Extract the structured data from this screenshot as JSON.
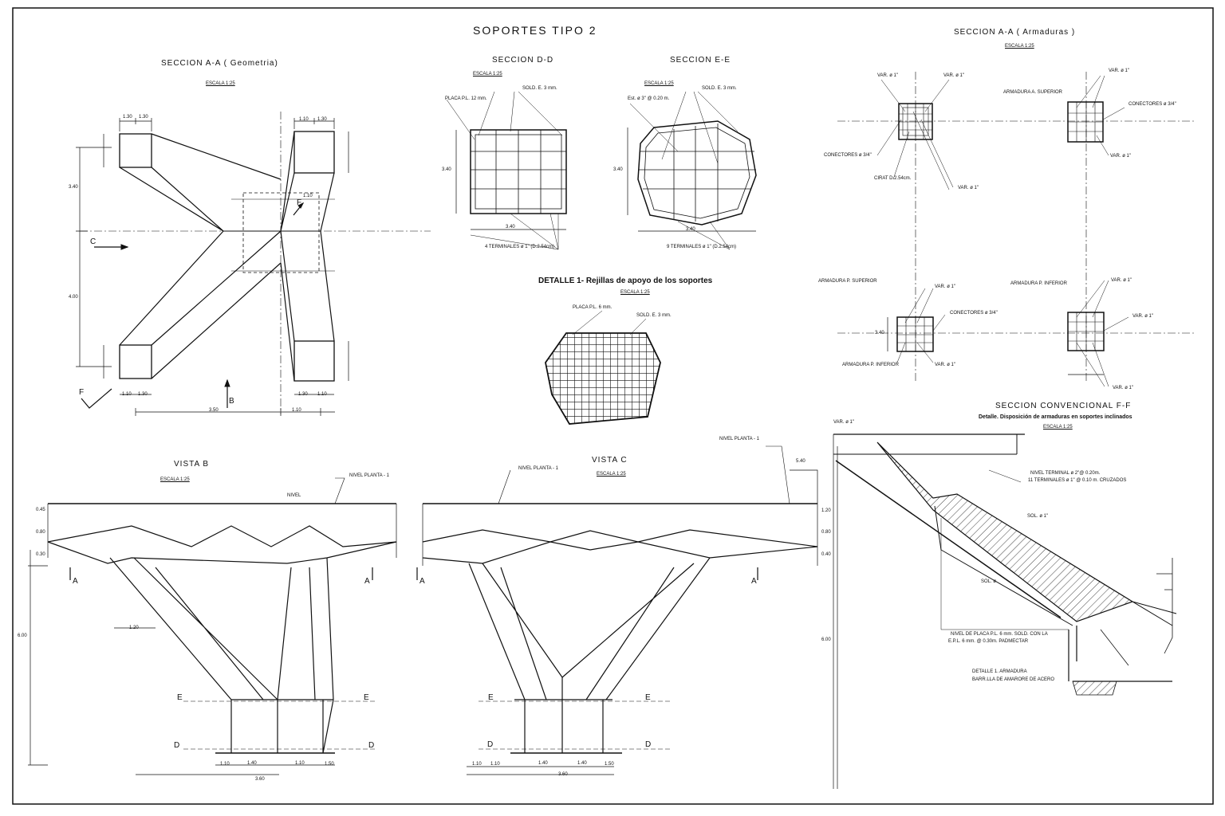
{
  "sheet": {
    "title": "SOPORTES TIPO 2",
    "colors": {
      "ink": "#111111",
      "paper": "#ffffff"
    }
  },
  "views": {
    "sec_aa_geo": {
      "title": "SECCION A-A ( Geometria)",
      "scale": "ESCALA 1:25",
      "dims": {
        "d130a": "1.30",
        "d130b": "1.30",
        "d110a": "1.10",
        "d130c": "1.30",
        "d340": "3.40",
        "d400": "4.00",
        "d350": "3.50",
        "d110b": "1.10",
        "d110c": "1.10",
        "d130d": "1.30",
        "d130e": "1.30",
        "d110d": "1.10",
        "d110e": "1.10"
      },
      "arrows": {
        "c": "C",
        "b": "B",
        "f1": "F",
        "f2": "F"
      }
    },
    "sec_dd": {
      "title": "SECCION D-D",
      "scale": "ESCALA 1:25",
      "labels": {
        "placa": "PLACA P.L. 12 mm.",
        "sold": "SOLD. E. 3 mm.",
        "terminales": "4 TERMINALES ø 1\" (D.2.54cm)",
        "w": "3.40",
        "h": "3.40"
      }
    },
    "sec_ee": {
      "title": "SECCION E-E",
      "scale": "ESCALA 1:25",
      "labels": {
        "estribo": "Est. ø 3\" @ 0.20 m.",
        "sold": "SOLD. E. 3 mm.",
        "terminales": "9 TERMINALES ø 1\" (D.2.54cm)",
        "w": "3.40",
        "h": "3.40"
      }
    },
    "detalle1": {
      "title": "DETALLE 1- Rejillas de apoyo de los soportes",
      "scale": "ESCALA 1:25",
      "labels": {
        "placa": "PLACA P.L. 6 mm.",
        "sold": "SOLD. E. 3 mm."
      }
    },
    "sec_aa_arm": {
      "title": "SECCION A-A ( Armaduras )",
      "scale": "ESCALA 1:25",
      "labels": {
        "var1": "VAR. ø 1\"",
        "var2": "VAR. ø 1\"",
        "var3": "VAR. ø 1\"",
        "var4": "VAR. ø 1\"",
        "var5": "VAR. ø 1\"",
        "var6": "VAR. ø 1\"",
        "var7": "VAR. ø 1\"",
        "var8": "VAR. ø 1\"",
        "var9": "VAR. ø 1\"",
        "var10": "VAR. ø 1\"",
        "conectores1": "CONECTORES ø 3/4\"",
        "conectores2": "CONECTORES ø 3/4\"",
        "conectores3": "CONECTORES ø 3/4\"",
        "arm_sup1": "ARMADURA A. SUPERIOR",
        "arm_sup2": "ARMADURA P. SUPERIOR",
        "arm_inf1": "ARMADURA P. INFERIOR",
        "arm_inf2": "ARMADURA P. INFERIOR",
        "cirat": "CIRAT D.2.54cm.",
        "dim": "3.40"
      }
    },
    "vista_b": {
      "title": "VISTA B",
      "scale": "ESCALA 1:25",
      "labels": {
        "nivel_planta": "NIVEL PLANTA - 1",
        "nivel": "NIVEL",
        "a1": "A",
        "a2": "A",
        "e1": "E",
        "e2": "E",
        "d1": "D",
        "d2": "D"
      },
      "dims": {
        "d045": "0.45",
        "d080": "0.80",
        "d030": "0.30",
        "d120": "1.20",
        "d600": "6.00",
        "d110a": "1.10",
        "d140": "1.40",
        "d110b": "1.10",
        "d150": "1.50",
        "d360": "3.60"
      }
    },
    "vista_c": {
      "title": "VISTA C",
      "scale": "ESCALA 1:25",
      "labels": {
        "nivel_planta1": "NIVEL PLANTA - 1",
        "nivel_planta2": "NIVEL PLANTA - 1",
        "a1": "A",
        "a2": "A",
        "e1": "E",
        "e2": "E",
        "d1": "D",
        "d2": "D"
      },
      "dims": {
        "d540": "5.40",
        "d120": "1.20",
        "d080": "0.80",
        "d040": "0.40",
        "d110a": "1.10",
        "d110b": "1.10",
        "d140a": "1.40",
        "d140b": "1.40",
        "d150": "1.50",
        "d360": "3.60"
      }
    },
    "sec_ff": {
      "title": "SECCION CONVENCIONAL F-F",
      "subtitle": "Detalle. Disposición de armaduras en soportes inclinados",
      "scale": "ESCALA 1:25",
      "labels": {
        "var": "VAR. ø 1\"",
        "nivel_terminal": "NIVEL TERMINAL ø 2\"@ 0.20m.",
        "terminales": "11 TERMINALES ø 1\" @ 0.10 m. CRUZADOS",
        "sol1": "SOL. ø 1\"",
        "sol2": "SOL. ø",
        "nivel_placa": "NIVEL DE PLACA P.L. 6 mm. SOLD. CON LA",
        "nivel_placa2": "E.P.L. 6 mm. @ 0.30m. PADMECTAR",
        "detalle": "DETALLE 1. ARMADURA",
        "barilla": "BARR.LLA DE AMARORE DE ACERO",
        "dim600": "6.00"
      }
    }
  }
}
